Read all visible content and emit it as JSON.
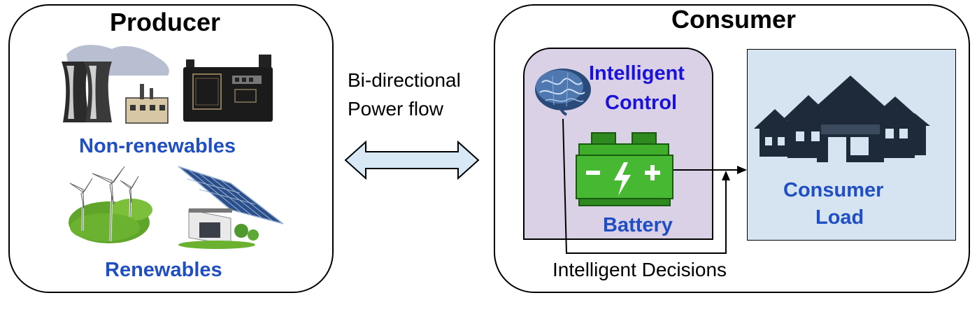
{
  "producer": {
    "title": "Producer",
    "nonrenewables_label": "Non-renewables",
    "renewables_label": "Renewables"
  },
  "flow": {
    "line1": "Bi-directional",
    "line2": "Power flow"
  },
  "consumer": {
    "title": "Consumer",
    "control_line1": "Intelligent",
    "control_line2": "Control",
    "battery_label": "Battery",
    "load_line1": "Consumer",
    "load_line2": "Load",
    "decisions_label": "Intelligent Decisions"
  },
  "colors": {
    "label_blue": "#1f4fc2",
    "control_blue": "#1a12d8",
    "battery_panel": "#dbd1e7",
    "load_panel": "#d6e3f1",
    "arrow_fill": "#d9e8f5",
    "battery_green": "#3fae2a",
    "house_dark": "#1e2a3a"
  },
  "icons": [
    "power-plant-icon",
    "generator-icon",
    "wind-turbines-icon",
    "solar-panels-icon",
    "brain-icon",
    "car-battery-icon",
    "houses-icon"
  ]
}
